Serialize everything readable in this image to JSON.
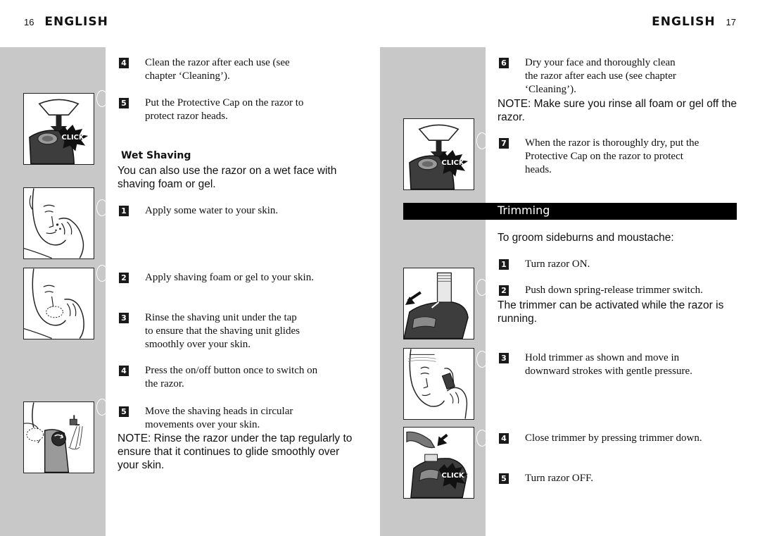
{
  "left": {
    "page_number": "16",
    "header": "ENGLISH",
    "steps": [
      {
        "num": "4",
        "text_1": "Clean the razor after each use (see",
        "text_2": "chapter ‘Cleaning’)."
      },
      {
        "num": "5",
        "text_1": "Put the Protective Cap on the razor to",
        "text_2": "protect razor heads."
      }
    ],
    "wet_title": "Wet Shaving",
    "wet_intro_1": "You can also use the razor on a wet face with",
    "wet_intro_2": "shaving foam or gel.",
    "wet_steps": [
      {
        "num": "1",
        "text_1": "Apply some water to your skin."
      },
      {
        "num": "2",
        "text_1": "Apply shaving foam or gel to your skin."
      },
      {
        "num": "3",
        "text_1": "Rinse the shaving unit under the tap",
        "text_2": "to ensure that the shaving unit glides",
        "text_3": "smoothly over your skin."
      },
      {
        "num": "4",
        "text_1": "Press the on/off button once to switch on",
        "text_2": "the razor."
      },
      {
        "num": "5",
        "text_1": "Move the shaving heads in circular",
        "text_2": "movements over your skin."
      }
    ],
    "note_1": "NOTE: Rinse the razor under the tap regularly to",
    "note_2": "ensure that it continues to glide smoothly over",
    "note_3": "your skin.",
    "click_label": "CLICK"
  },
  "right": {
    "page_number": "17",
    "header": "ENGLISH",
    "steps": [
      {
        "num": "6",
        "text_1": "Dry your face and thoroughly clean",
        "text_2": "the razor after each use (see chapter",
        "text_3": "‘Cleaning’)."
      },
      {
        "num": "7",
        "text_1": "When the razor is thoroughly dry, put the",
        "text_2": "Protective Cap on the razor to protect",
        "text_3": "heads."
      }
    ],
    "note_1": "NOTE: Make sure you rinse all foam or gel off the",
    "note_2": "razor.",
    "trimming_title": "Trimming",
    "trim_intro": "To groom sideburns and moustache:",
    "trim_steps": [
      {
        "num": "1",
        "text_1": "Turn razor ON."
      },
      {
        "num": "2",
        "text_1": "Push down spring-release trimmer switch."
      },
      {
        "num": "3",
        "text_1": "Hold trimmer as shown and move in",
        "text_2": "downward strokes with gentle pressure."
      },
      {
        "num": "4",
        "text_1": "Close trimmer by pressing trimmer down."
      },
      {
        "num": "5",
        "text_1": "Turn razor OFF."
      }
    ],
    "trim_note_1": "The trimmer can be activated while the razor is",
    "trim_note_2": "running.",
    "click_label": "CLICK"
  },
  "colors": {
    "band": "#c8c8c8",
    "bar": "#000000",
    "text": "#111111"
  }
}
